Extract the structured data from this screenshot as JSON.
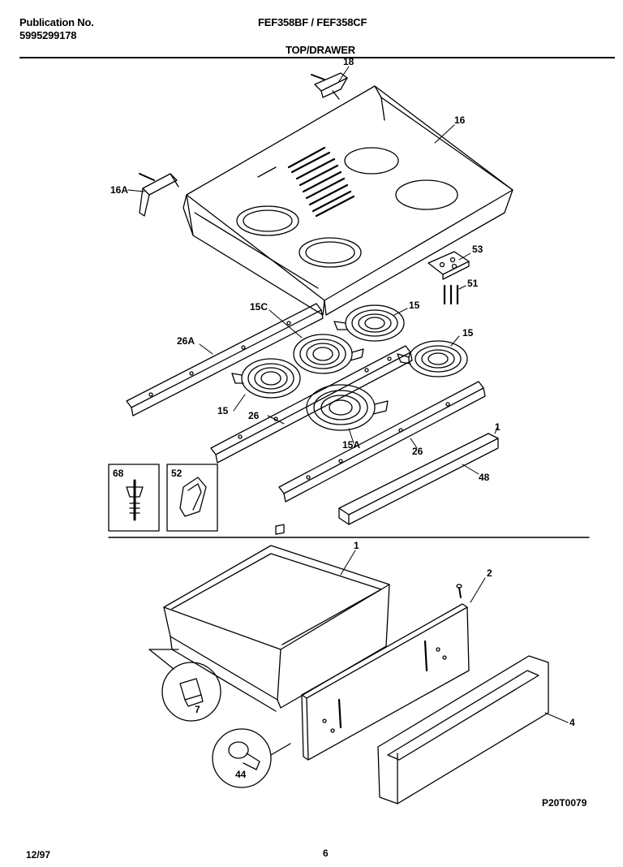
{
  "header": {
    "pub_label": "Publication No.",
    "pub_number": "5995299178",
    "models": "FEF358BF / FEF358CF",
    "section": "TOP/DRAWER"
  },
  "callouts": {
    "c18": "18",
    "c16": "16",
    "c16a": "16A",
    "c53": "53",
    "c51": "51",
    "c15c": "15C",
    "c15_top": "15",
    "c15_right": "15",
    "c15_left": "15",
    "c26a": "26A",
    "c26_left": "26",
    "c26_right": "26",
    "c15a": "15A",
    "c1_top": "1",
    "c48": "48",
    "c68": "68",
    "c52": "52",
    "c1_drawer": "1",
    "c2": "2",
    "c4": "4",
    "c7": "7",
    "c44": "44"
  },
  "footer": {
    "diagram_code": "P20T0079",
    "date": "12/97",
    "page": "6"
  }
}
